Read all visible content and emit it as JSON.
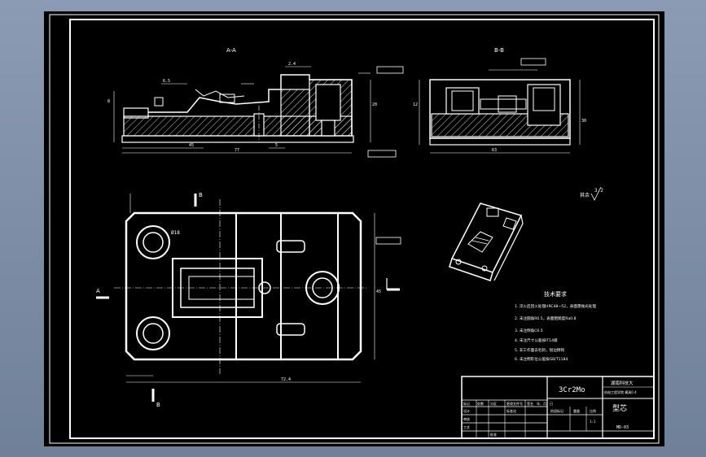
{
  "drawing": {
    "section_a_label": "A-A",
    "section_b_label": "B-B",
    "material": "3Cr2Mo",
    "part_name": "型芯",
    "school_line1": "湖南科技大",
    "school_line2": "机电工程学院 模具0 4",
    "drawing_no": "MD-03",
    "tech_title": "技术要求",
    "tech_items": [
      "1. 淬火后回火处理HRC48~52，表面需抛光处理",
      "2. 未注圆角R0.5，表面粗糙度Ra0.8",
      "3. 未注倒角C0.5",
      "4. 未注尺寸公差按IT14级",
      "5. 非工作面去毛刺，锐边倒钝",
      "6. 未注明形位公差按GB/T1184"
    ],
    "roughness_other": "其余",
    "roughness_value": "3.2",
    "cut_label_A": "A",
    "cut_label_B": "B",
    "dims": {
      "overall_length": "77",
      "width_b": "63",
      "hole_dia": "Ø18",
      "dim_72": "72.4",
      "dim_45": "45",
      "dim_30": "30",
      "dim_20": "20",
      "dim_12": "12",
      "dim_8": "8",
      "dim_5": "5",
      "dim_6": "6.5",
      "dim_2_4": "2.4"
    },
    "title_block": {
      "row_labels": [
        "标记",
        "处数",
        "分区",
        "更改文件号",
        "签名",
        "年、月、日"
      ],
      "design_label": "设计",
      "standard_label": "标准化",
      "stage_label": "阶段标记",
      "weight_label": "重量",
      "scale_label": "比例",
      "audit_label": "审核",
      "process_label": "工艺",
      "approve_label": "批准",
      "scale_value": "1:1"
    }
  },
  "colors": {
    "background": "#000000",
    "lines": "#ffffff",
    "frame_outer": "#7d8ea6"
  }
}
